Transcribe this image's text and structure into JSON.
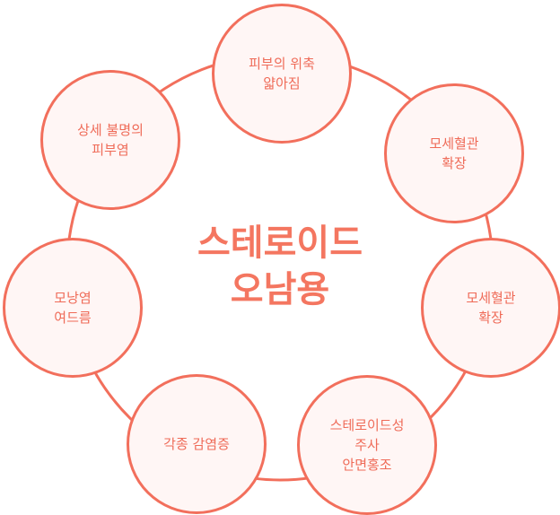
{
  "title": {
    "line1": "스테로이드",
    "line2": "오남용"
  },
  "colors": {
    "accent": "#f26f5c",
    "fill": "#fff6f5"
  },
  "nodes": [
    {
      "lines": [
        "피부의 위축",
        "얇아짐"
      ]
    },
    {
      "lines": [
        "모세혈관",
        "확장"
      ]
    },
    {
      "lines": [
        "모세혈관",
        "확장"
      ]
    },
    {
      "lines": [
        "스테로이드성",
        "주사",
        "안면홍조"
      ]
    },
    {
      "lines": [
        "각종 감염증"
      ]
    },
    {
      "lines": [
        "모낭염",
        "여드름"
      ]
    },
    {
      "lines": [
        "상세 불명의",
        "피부염"
      ]
    }
  ]
}
